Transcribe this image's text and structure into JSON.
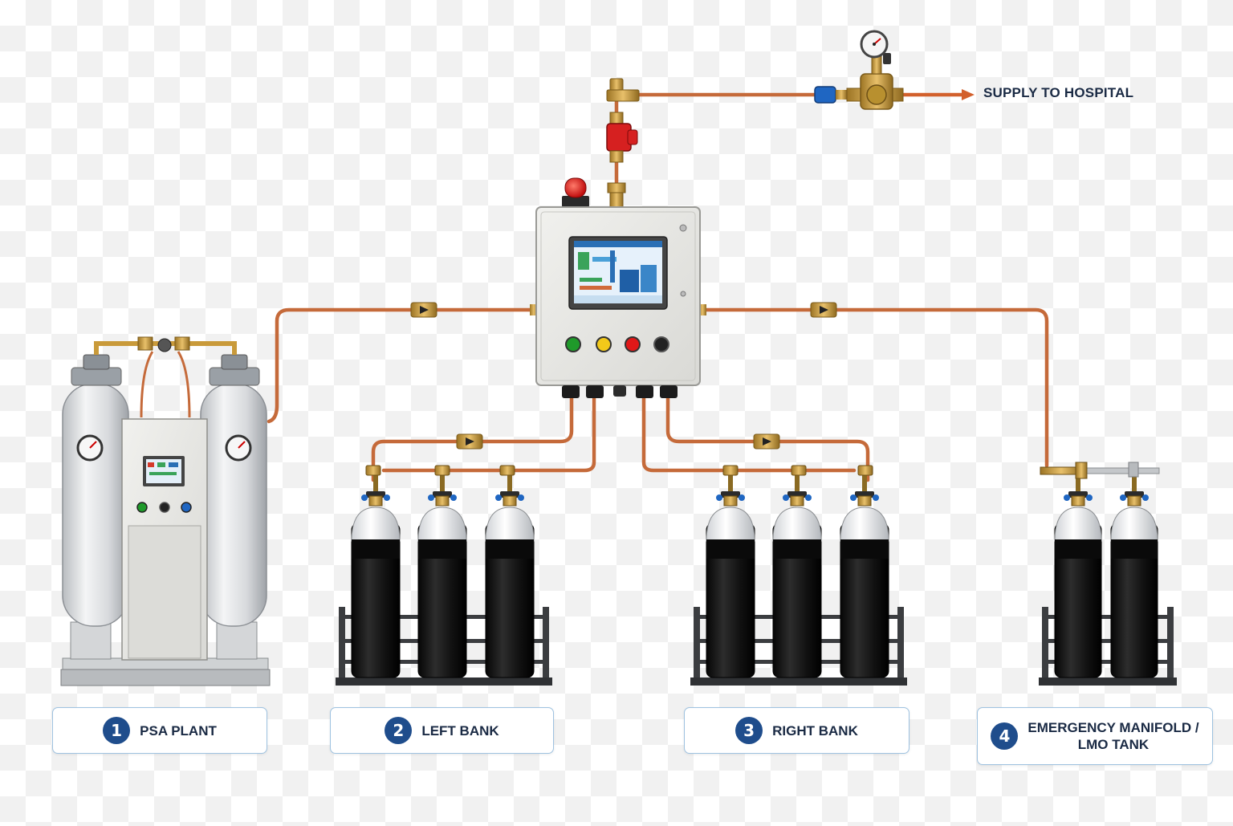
{
  "supply": {
    "label": "SUPPLY TO HOSPITAL"
  },
  "labels": [
    {
      "number": "1",
      "text": "PSA PLANT"
    },
    {
      "number": "2",
      "text": "LEFT BANK"
    },
    {
      "number": "3",
      "text": "RIGHT BANK"
    },
    {
      "number": "4",
      "line1": "EMERGENCY MANIFOLD /",
      "line2": "LMO TANK"
    }
  ],
  "colors": {
    "copper_pipe": "#c56a3a",
    "brass": "#c99a3a",
    "cylinder": "#141414",
    "panel": "#e9e9e6",
    "badge": "#1f4d8c",
    "label_border": "#9ec2e0",
    "supply_arrow": "#d2602c"
  }
}
